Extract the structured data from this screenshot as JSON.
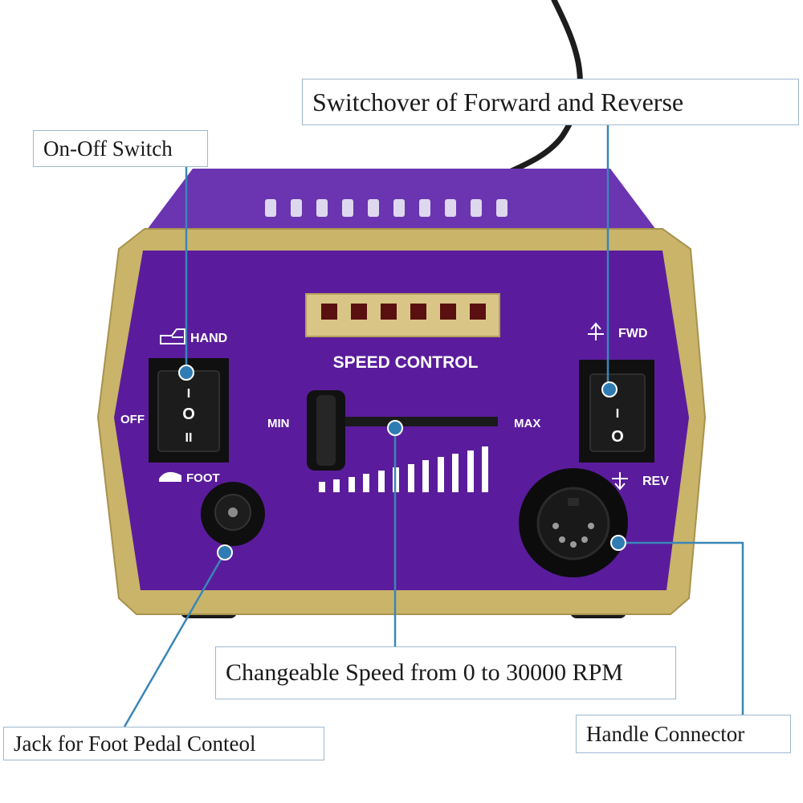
{
  "callouts": {
    "on_off": "On-Off Switch",
    "fwd_rev": "Switchover of Forward and Reverse",
    "speed": "Changeable Speed from 0 to 30000 RPM",
    "foot_jack": "Jack for Foot Pedal Conteol",
    "handle": "Handle Connector"
  },
  "panel": {
    "hand": "HAND",
    "off": "OFF",
    "foot": "FOOT",
    "speed_control": "SPEED CONTROL",
    "min": "MIN",
    "max": "MAX",
    "fwd": "FWD",
    "rev": "REV"
  },
  "switch_symbols": {
    "rocker_left_top": "I",
    "rocker_left_mid": "O",
    "rocker_left_bottom": "II",
    "rocker_right_top": "I",
    "rocker_right_bottom": "O"
  },
  "colors": {
    "housing": "#5b2aa0",
    "panel": "#5a1c9c",
    "gold_trim": "#c9b46a",
    "pointer": "#3a86b8"
  }
}
